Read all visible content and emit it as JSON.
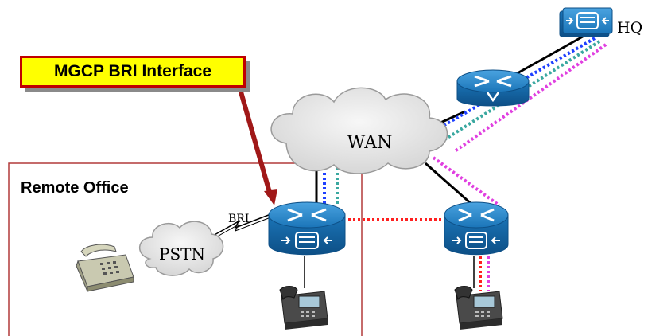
{
  "callout": {
    "label": "MGCP BRI Interface"
  },
  "remote_office": {
    "label": "Remote Office"
  },
  "clouds": {
    "wan": "WAN",
    "pstn": "PSTN"
  },
  "links": {
    "bri": "BRI"
  },
  "sites": {
    "hq": "HQ"
  },
  "colors": {
    "callout_fill": "#ffff00",
    "callout_border": "#c00000",
    "arrow": "#a01818",
    "router_blue": "#1b75b8",
    "cloud_fill": "#e6e6e6",
    "box_border": "#b23a3a",
    "dot_blue": "#1e40ff",
    "dot_teal": "#3aa8a0",
    "dot_magenta": "#e040e0",
    "dot_red": "#ff2020"
  }
}
